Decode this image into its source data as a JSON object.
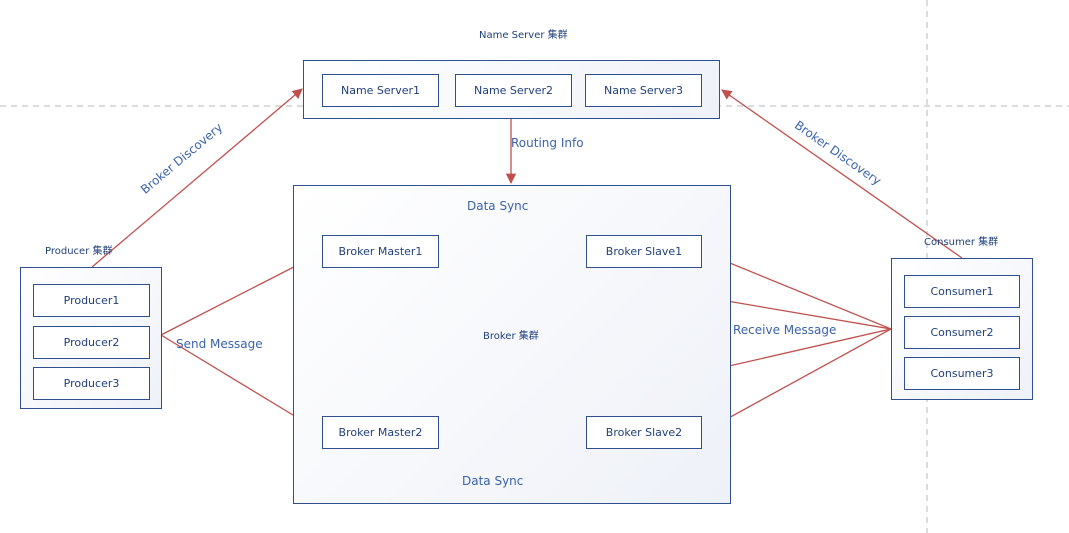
{
  "colors": {
    "box_border": "#2f4f8f",
    "text": "#1f3f7a",
    "edge_label": "#3a62ab",
    "arrow": "#c0504d",
    "guide_dash": "#b8b8b8"
  },
  "name_server": {
    "cluster_label": "Name Server 集群",
    "nodes": [
      "Name Server1",
      "Name Server2",
      "Name Server3"
    ]
  },
  "broker": {
    "cluster_label": "Broker 集群",
    "master1": "Broker Master1",
    "slave1": "Broker Slave1",
    "master2": "Broker Master2",
    "slave2": "Broker Slave2"
  },
  "producer": {
    "cluster_label": "Producer 集群",
    "nodes": [
      "Producer1",
      "Producer2",
      "Producer3"
    ]
  },
  "consumer": {
    "cluster_label": "Consumer 集群",
    "nodes": [
      "Consumer1",
      "Consumer2",
      "Consumer3"
    ]
  },
  "edges": {
    "routing_info": "Routing Info",
    "data_sync_top": "Data Sync",
    "data_sync_bottom": "Data Sync",
    "broker_discovery_left": "Broker Discovery",
    "broker_discovery_right": "Broker Discovery",
    "send_message": "Send Message",
    "receive_message": "Receive Message"
  }
}
